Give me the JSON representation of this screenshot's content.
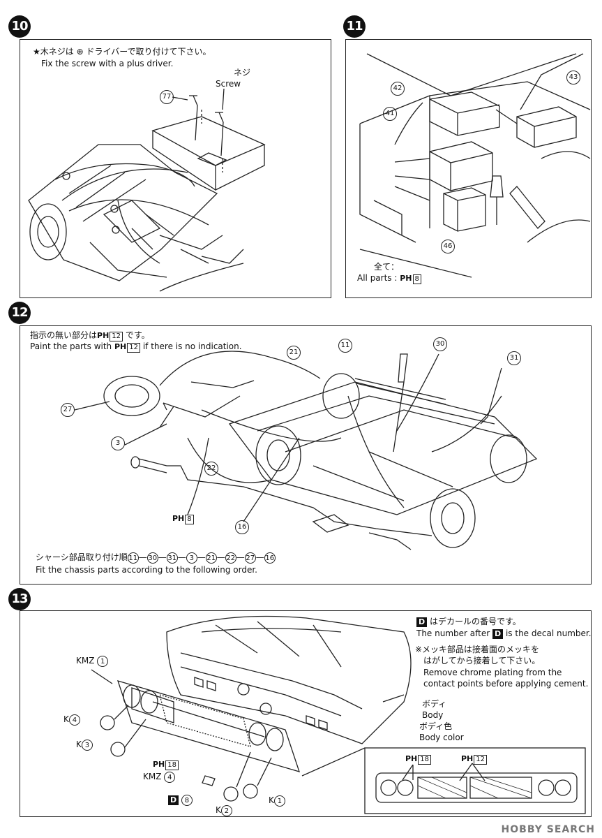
{
  "steps": {
    "s10": {
      "num": "10",
      "jp": "★木ネジは ⊕ ドライバーで取り付けて下さい。",
      "en": "Fix the screw with a plus driver.",
      "neji_jp": "ネジ",
      "neji_en": "Screw",
      "part": "77"
    },
    "s11": {
      "num": "11",
      "parts": [
        "42",
        "43",
        "41",
        "46"
      ],
      "all_jp": "全て：",
      "all_en": "All parts :",
      "ph": "PH",
      "ph_num": "8"
    },
    "s12": {
      "num": "12",
      "note_jp_pre": "指示の無い部分は",
      "note_jp_post": "です。",
      "note_en_pre": "Paint the parts with",
      "note_en_post": "if there is no indication.",
      "ph": "PH",
      "ph_num": "12",
      "parts": [
        "21",
        "11",
        "30",
        "31",
        "27",
        "3",
        "22",
        "16"
      ],
      "ph_label_num": "8",
      "order_jp_pre": "シャーシ部品取り付け順",
      "order_seq": [
        "11",
        "30",
        "31",
        "3",
        "21",
        "22",
        "27",
        "16"
      ],
      "order_en": "Fit the chassis parts according to the following order."
    },
    "s13": {
      "num": "13",
      "decal_jp": "はデカールの番号です。",
      "decal_en_pre": "The number after",
      "decal_en_post": "is the decal number.",
      "d_letter": "D",
      "chrome_jp1": "※メッキ部品は接着面のメッキを",
      "chrome_jp2": "はがしてから接着して下さい。",
      "chrome_en1": "Remove chrome plating from the",
      "chrome_en2": "contact points before applying cement.",
      "body_jp": "ボディ",
      "body_en": "Body",
      "bodycolor_jp": "ボディ色",
      "bodycolor_en": "Body color",
      "labels": {
        "kmz1": "KMZ",
        "kmz1_n": "1",
        "k4": "K",
        "k4_n": "4",
        "k3": "K",
        "k3_n": "3",
        "ph18": "PH",
        "ph18_n": "18",
        "kmz4": "KMZ",
        "kmz4_n": "4",
        "d8": "D",
        "d8_n": "8",
        "k2": "K",
        "k2_n": "2",
        "k1": "K",
        "k1_n": "1",
        "inset_ph18": "PH",
        "inset_ph18_n": "18",
        "inset_ph12": "PH",
        "inset_ph12_n": "12"
      }
    }
  },
  "watermark": "HOBBY SEARCH"
}
